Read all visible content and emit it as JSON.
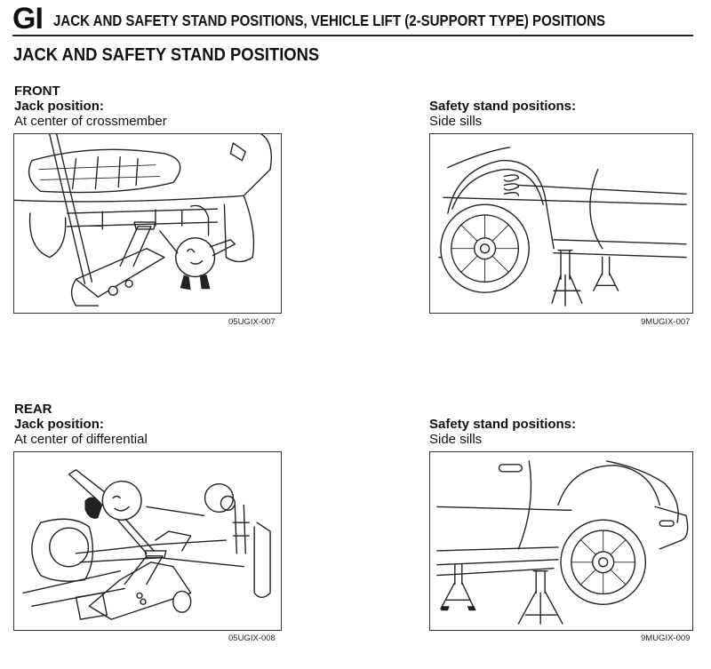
{
  "header": {
    "section_code": "GI",
    "title": "JACK AND SAFETY STAND POSITIONS, VEHICLE LIFT (2-SUPPORT TYPE) POSITIONS"
  },
  "section_title": "JACK AND SAFETY STAND POSITIONS",
  "front": {
    "heading": "FRONT",
    "jack": {
      "label": "Jack position:",
      "value": "At center of crossmember",
      "figure_id": "05UGIX-007"
    },
    "stand": {
      "label": "Safety stand positions:",
      "value": "Side sills",
      "figure_id": "9MUGIX-007"
    }
  },
  "rear": {
    "heading": "REAR",
    "jack": {
      "label": "Jack position:",
      "value": "At center of differential",
      "figure_id": "05UGIX-008"
    },
    "stand": {
      "label": "Safety stand positions:",
      "value": "Side sills",
      "figure_id": "9MUGIX-009"
    }
  }
}
